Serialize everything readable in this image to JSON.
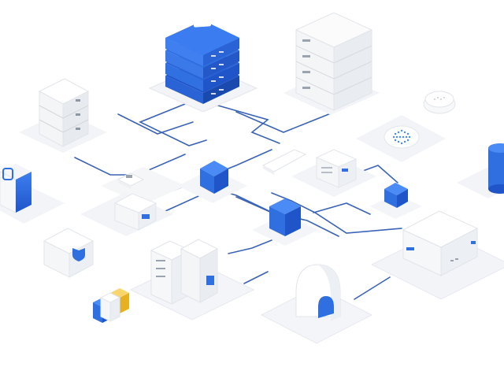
{
  "scene": {
    "kind": "isometric network infrastructure illustration",
    "colors": {
      "background": "#ffffff",
      "accent_blue": "#2f6fe0",
      "deep_blue": "#1f55c9",
      "accent_yellow": "#f5c431",
      "line_blue": "#3a63b8",
      "device_white": "#f7f8fa",
      "platform": "#f2f4f7"
    },
    "objects": [
      {
        "id": "blue-server-stack",
        "icon": "server-rack-icon"
      },
      {
        "id": "white-server-tower",
        "icon": "server-rack-icon"
      },
      {
        "id": "small-white-server",
        "icon": "server-icon"
      },
      {
        "id": "blue-box-left",
        "icon": "router-icon"
      },
      {
        "id": "white-cube-shield",
        "icon": "shield-icon"
      },
      {
        "id": "color-blocks",
        "icon": "blocks-icon"
      },
      {
        "id": "file-server",
        "icon": "files-icon"
      },
      {
        "id": "arch-gateway",
        "icon": "gateway-icon"
      },
      {
        "id": "flat-server-right",
        "icon": "server-icon"
      },
      {
        "id": "speaker-disc",
        "icon": "speaker-icon"
      },
      {
        "id": "puck-device",
        "icon": "sensor-icon"
      },
      {
        "id": "blue-cylinder",
        "icon": "database-icon"
      },
      {
        "id": "blue-cube-center",
        "icon": "node-icon"
      },
      {
        "id": "blue-cube-mid",
        "icon": "node-icon"
      },
      {
        "id": "blue-cube-right",
        "icon": "node-icon"
      },
      {
        "id": "white-cube-mid",
        "icon": "switch-icon"
      },
      {
        "id": "small-router",
        "icon": "router-icon"
      }
    ]
  }
}
